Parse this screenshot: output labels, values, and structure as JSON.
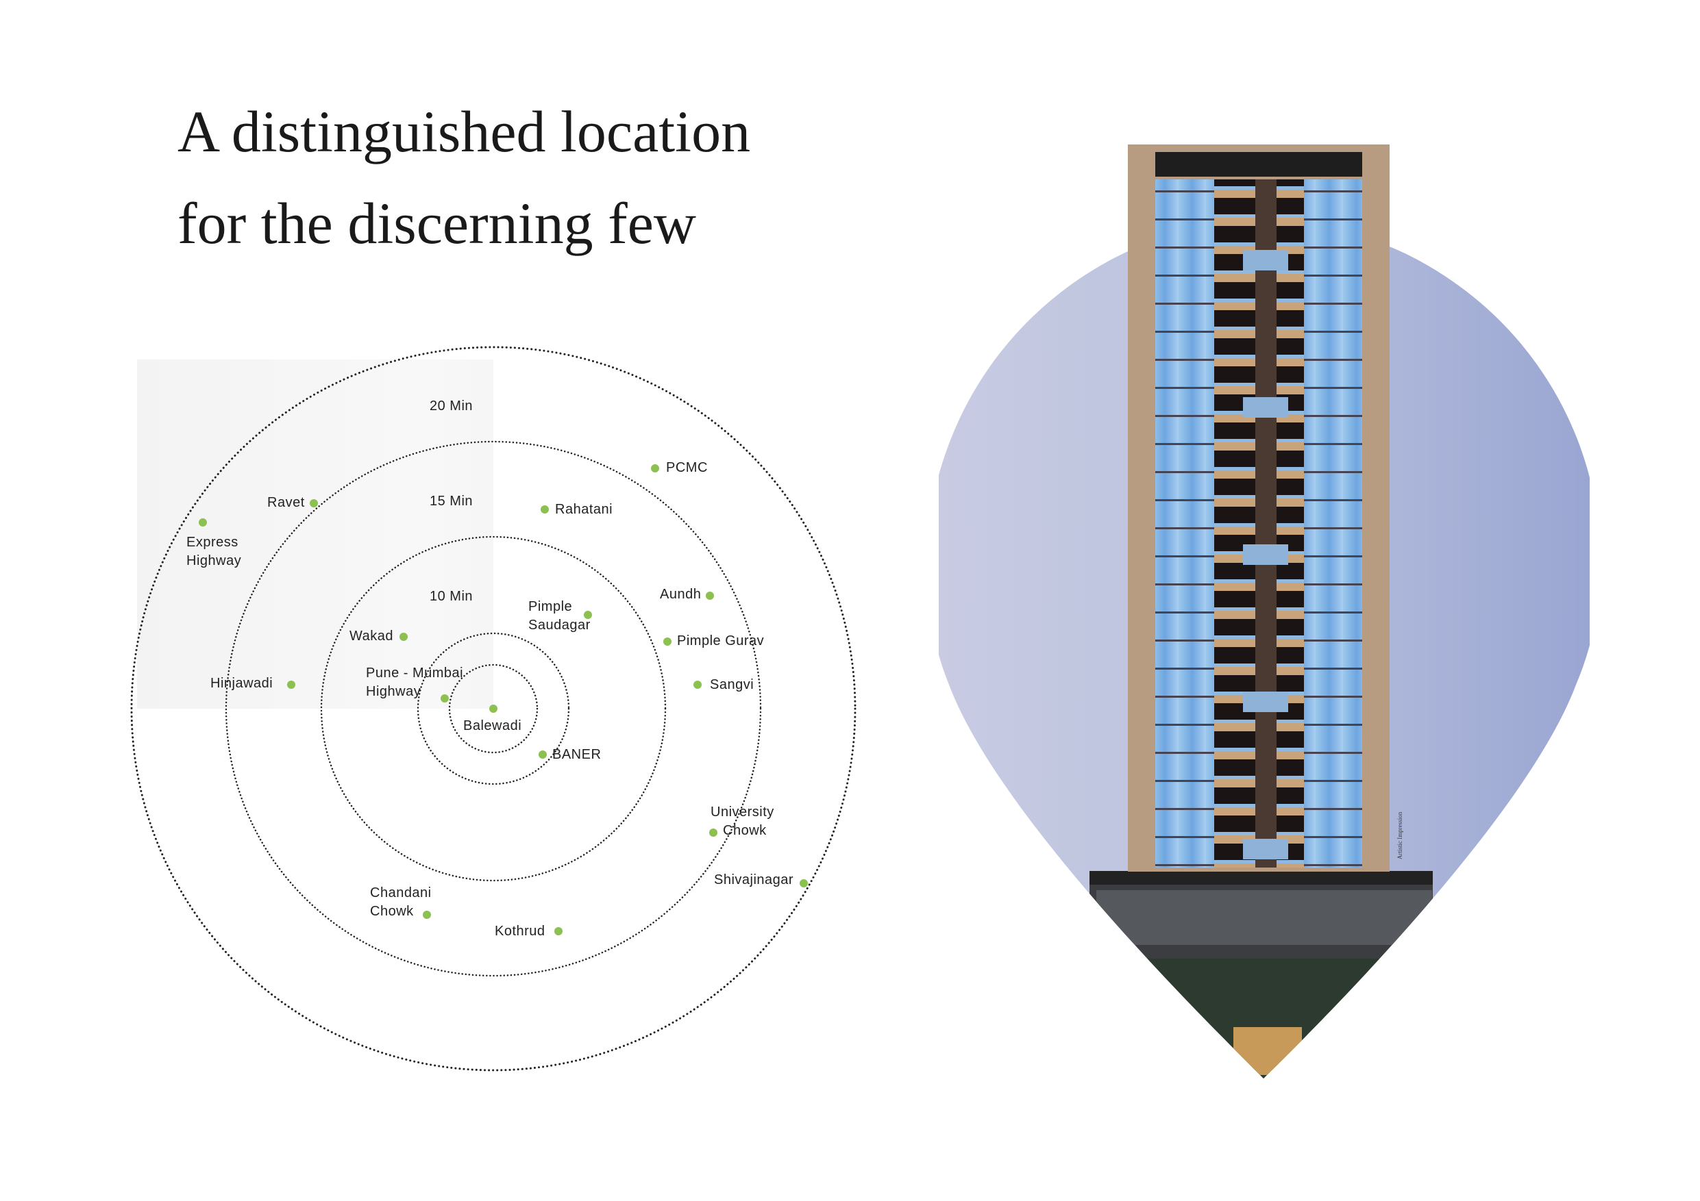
{
  "title": {
    "line1": "A distinguished location",
    "line2": "for the discerning few"
  },
  "rings": [
    "10 Min",
    "15 Min",
    "20 Min"
  ],
  "locations": {
    "express_highway": [
      "Express",
      "Highway"
    ],
    "ravet": "Ravet",
    "pcmc": "PCMC",
    "rahatani": "Rahatani",
    "aundh": "Aundh",
    "pimple_saudagar": [
      "Pimple",
      "Saudagar"
    ],
    "wakad": "Wakad",
    "pimple_gurav": "Pimple Gurav",
    "hinjawadi": "Hinjawadi",
    "sangvi": "Sangvi",
    "pune_mumbai_highway": [
      "Pune - Mumbai",
      "Highway"
    ],
    "balewadi": "Balewadi",
    "baner": "BANER",
    "university_chowk": [
      "University",
      "Chowk"
    ],
    "shivajinagar": "Shivajinagar",
    "chandani_chowk": [
      "Chandani",
      "Chowk"
    ],
    "kothrud": "Kothrud"
  },
  "image_caption": "Artistic Impression",
  "colors": {
    "dot": "#8cc152",
    "text": "#222222",
    "sky": "#a9b3d8",
    "tower_frame": "#b89c82"
  }
}
